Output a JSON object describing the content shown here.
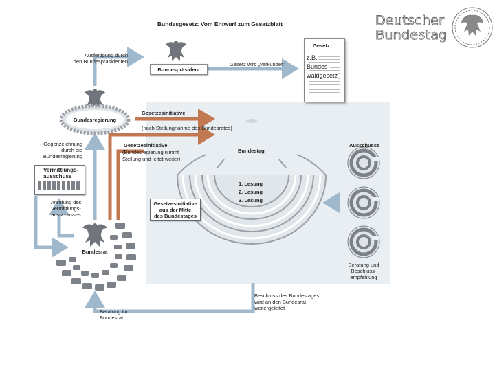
{
  "title": "Bundesgesetz: Vom Entwurf zum Gesetzblatt",
  "logo": {
    "line1": "Deutscher",
    "line2": "Bundestag"
  },
  "gesetz_doc": {
    "title": "Gesetz",
    "example": [
      "z.B.:",
      "Bundes-",
      "waldgesetz"
    ]
  },
  "nodes": {
    "bundespraesident": "Bundespräsident",
    "bundesregierung": "Bundesregierung",
    "bundestag": "Bundestag",
    "bundesrat": "Bundesrat",
    "vermittlungsausschuss": [
      "Vermittlungs-",
      "ausschuss"
    ],
    "ausschuesse": "Ausschüsse"
  },
  "labels": {
    "ausfertigung": [
      "Ausfertigung durch",
      "den Bundespräsidenten"
    ],
    "verkuendet": "Gesetz wird „verkündet\"",
    "gegenzeichnung": [
      "Gegenzeichnung",
      "durch die",
      "Bundesregierung"
    ],
    "anrufung": [
      "Anrufung des",
      "Vermittlungs-",
      "ausschusses"
    ],
    "initiative1_title": "Gesetzesinitiative",
    "initiative1_note": "(nach Stellungnahme des Bundesrates)",
    "initiative2_title": "Gesetzesinitiative",
    "initiative2_note": [
      "(Bundesregierung nimmt",
      "Stellung und leitet weiter)"
    ],
    "initiative3": [
      "Gesetzesinitiative",
      "aus der Mitte",
      "des Bundestages"
    ],
    "lesungen": [
      "1. Lesung",
      "2. Lesung",
      "3. Lesung"
    ],
    "beratung_empfehlung": [
      "Beratung und",
      "Beschluss-",
      "empfehlung"
    ],
    "beschluss": [
      "Beschluss des Bundestages",
      "wird an den Bundesrat",
      "weitergeleitet"
    ],
    "beratung_bundesrat": [
      "Beratung im",
      "Bundesrat"
    ]
  },
  "colors": {
    "arrow_blue": "#9fb8cc",
    "arrow_orange": "#c27850",
    "panel": "#e9eef2",
    "seat": "#7c8288"
  }
}
